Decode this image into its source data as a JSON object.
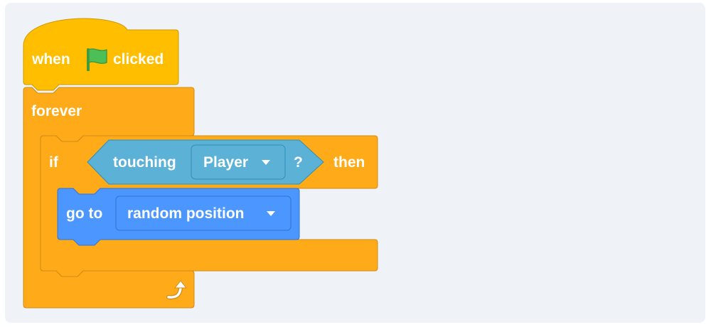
{
  "script": {
    "hat": {
      "when_label": "when",
      "flag_icon": "green-flag-icon",
      "clicked_label": "clicked"
    },
    "forever": {
      "label": "forever",
      "loop_icon": "loop-arrow-icon"
    },
    "if_block": {
      "if_label": "if",
      "then_label": "then",
      "condition": {
        "label": "touching",
        "dropdown_value": "Player",
        "question_mark": "?"
      }
    },
    "go_to": {
      "label": "go to",
      "dropdown_value": "random position"
    }
  },
  "colors": {
    "events": "#ffbf00",
    "events_border": "#cc9900",
    "control": "#ffab19",
    "control_border": "#cf8b17",
    "sensing": "#5cb1d6",
    "sensing_border": "#2e8eb8",
    "motion": "#4c97ff",
    "motion_border": "#3373cc",
    "flag": "#4cbf56",
    "stage_bg": "#eff3f8"
  }
}
